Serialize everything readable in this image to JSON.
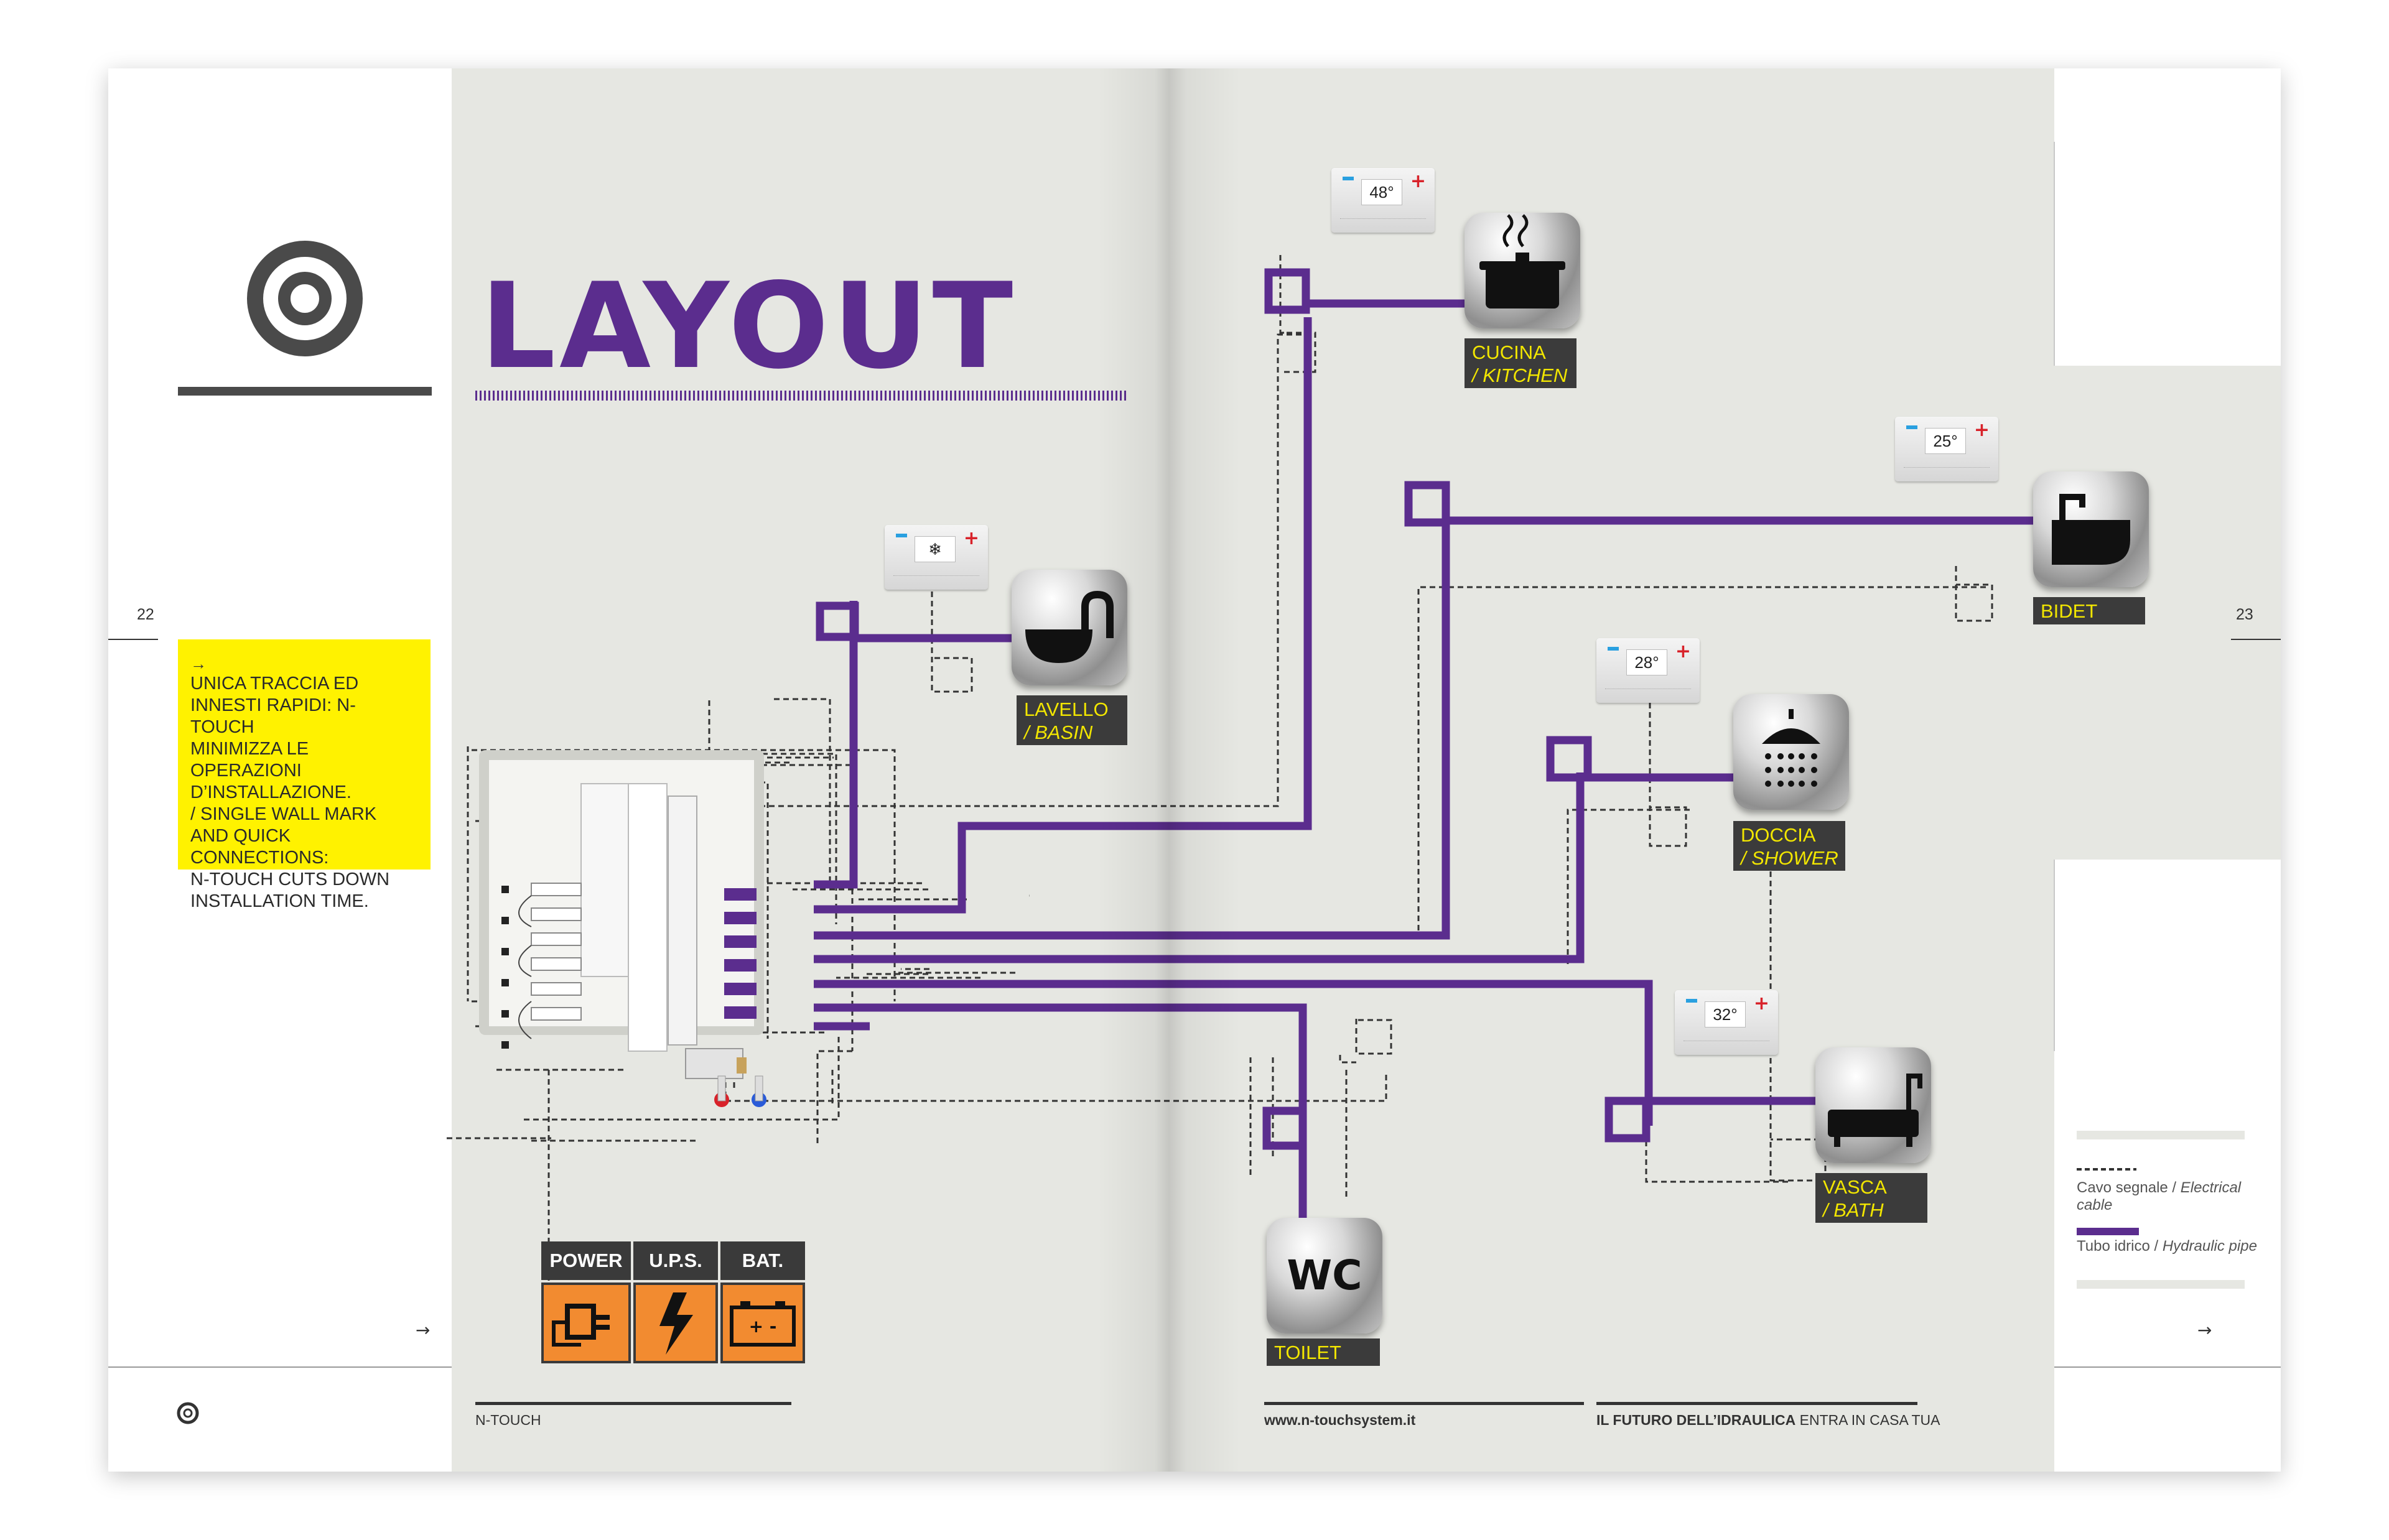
{
  "header": {
    "title": "LAYOUT"
  },
  "page_numbers": {
    "left": "22",
    "right": "23"
  },
  "callout": {
    "arrow": "→",
    "lines": [
      "UNICA TRACCIA ED",
      "INNESTI RAPIDI: N-TOUCH",
      "MINIMIZZA LE OPERAZIONI",
      "D’INSTALLAZIONE.",
      "/ SINGLE WALL MARK",
      "AND QUICK CONNECTIONS:",
      "N-TOUCH CUTS DOWN",
      "INSTALLATION TIME."
    ]
  },
  "rooms": {
    "kitchen": {
      "it": "CUCINA",
      "en": "/ KITCHEN",
      "temp": "48°"
    },
    "basin": {
      "it": "LAVELLO",
      "en": "/ BASIN",
      "temp": "❄"
    },
    "bidet": {
      "it": "BIDET",
      "en": "",
      "temp": "25°"
    },
    "shower": {
      "it": "DOCCIA",
      "en": "/ SHOWER",
      "temp": "28°"
    },
    "bath": {
      "it": "VASCA",
      "en": "/ BATH",
      "temp": "32°"
    },
    "toilet": {
      "it": "TOILET",
      "en": "",
      "icon_text": "WC"
    }
  },
  "power_panel": {
    "headers": [
      "POWER",
      "U.P.S.",
      "BAT."
    ],
    "icons": [
      "plug-icon",
      "lightning-icon",
      "battery-icon"
    ],
    "battery_signs": "+ -"
  },
  "legend": {
    "cable_it": "Cavo segnale / ",
    "cable_en": "Electrical cable",
    "pipe_it": "Tubo idrico / ",
    "pipe_en": "Hydraulic pipe"
  },
  "footer": {
    "left_brand": "N-TOUCH",
    "website": "www.n-touchsystem.it",
    "slogan_bold": "IL FUTURO DELL’IDRAULICA",
    "slogan_rest": " ENTRA IN CASA TUA",
    "arrow": "→"
  },
  "colors": {
    "accent_purple": "#5b2d8e",
    "label_yellow": "#f2e600",
    "callout_yellow": "#fff200",
    "panel_orange": "#f28b30",
    "page_grey": "#e6e7e2",
    "thermo_minus_blue": "#2aa0e0",
    "thermo_plus_red": "#d8222a"
  }
}
